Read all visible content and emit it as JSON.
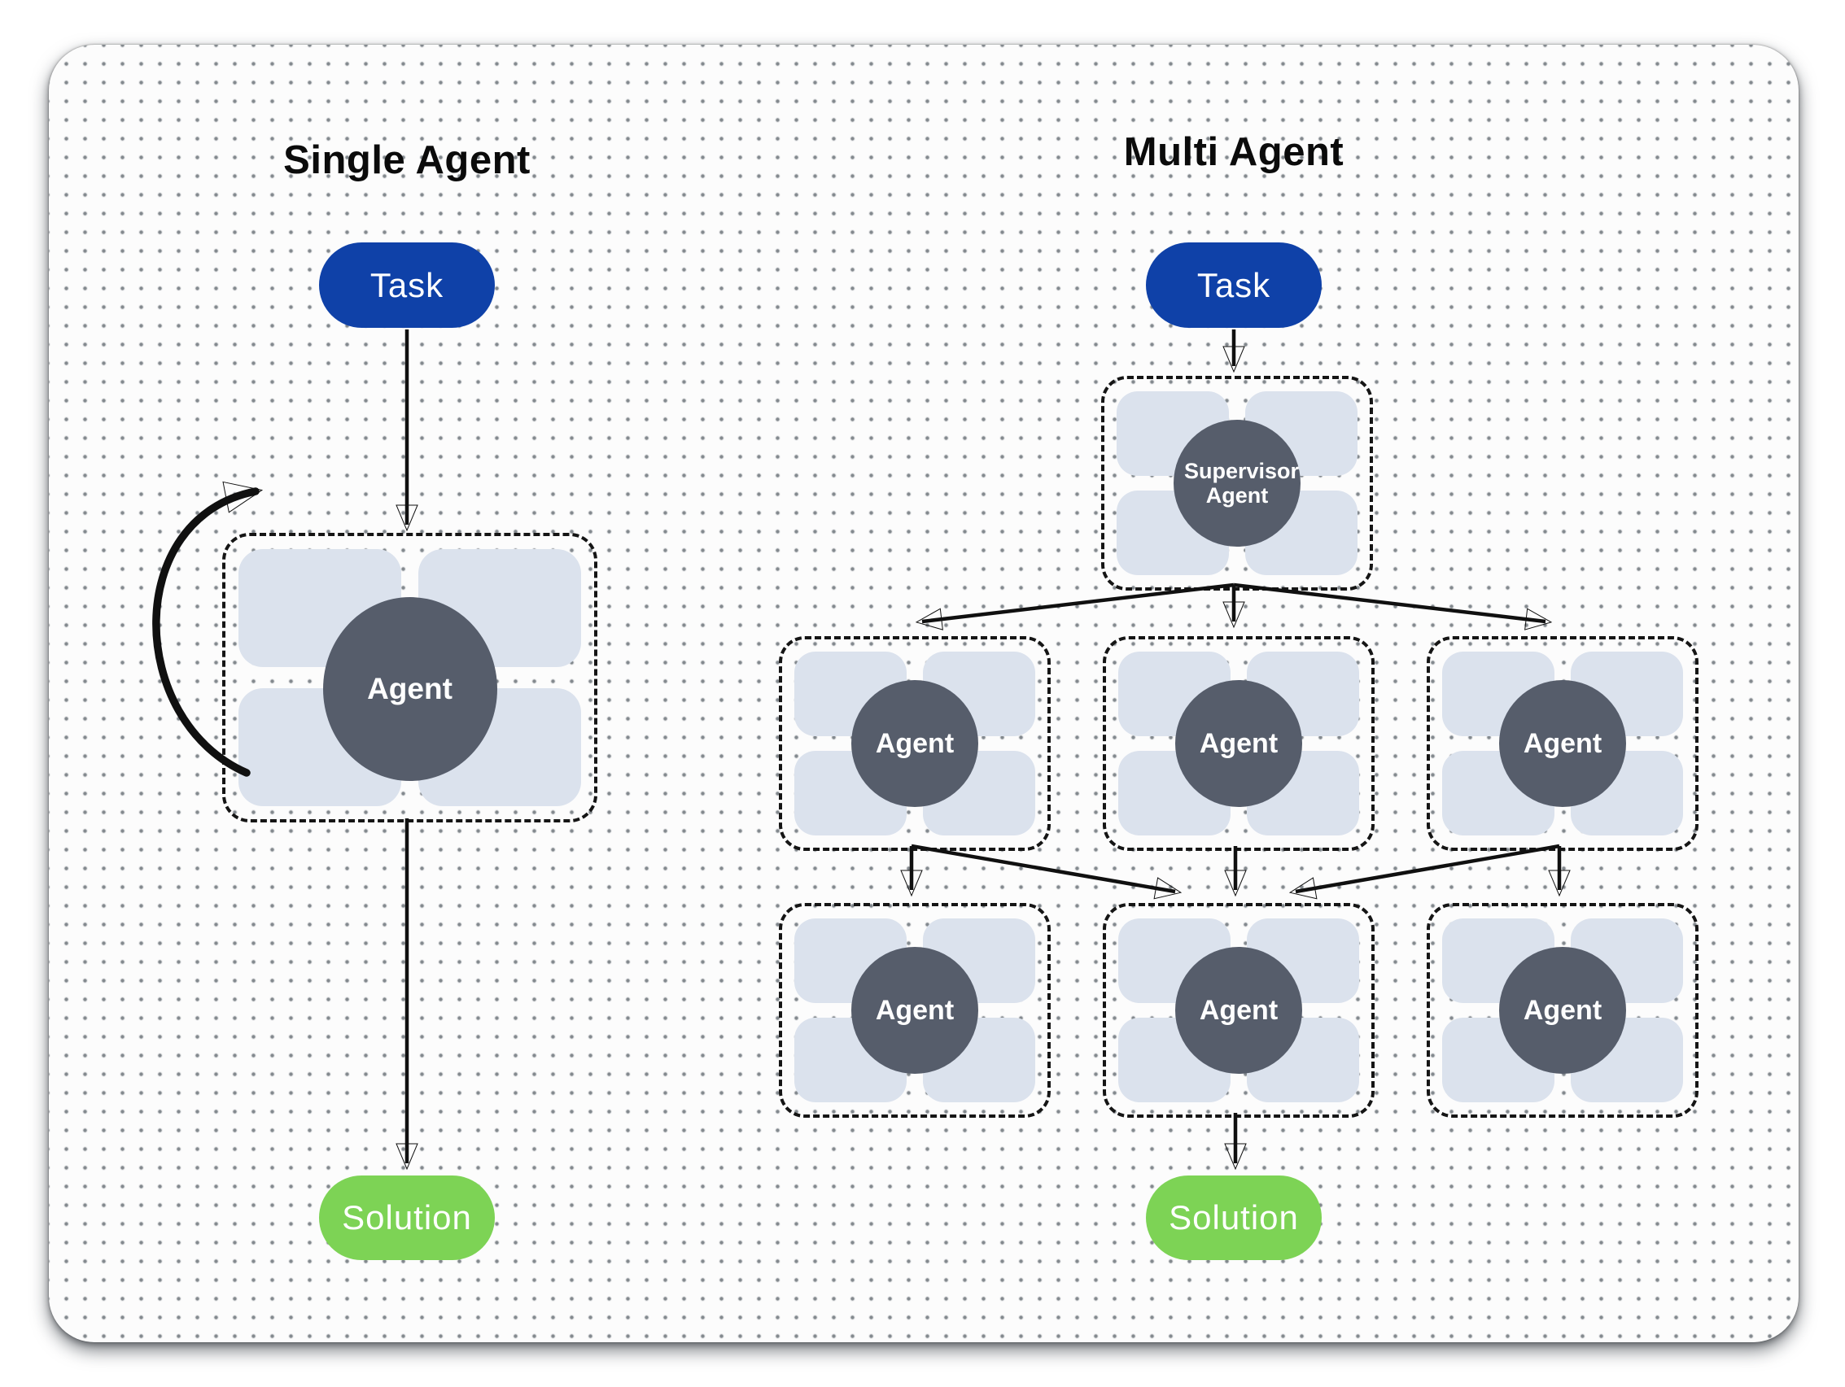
{
  "left_column": {
    "title": "Single Agent",
    "task_label": "Task",
    "agent_label": "Agent",
    "solution_label": "Solution"
  },
  "right_column": {
    "title": "Multi Agent",
    "task_label": "Task",
    "supervisor_label": "Supervisor Agent",
    "workers_row1": [
      "Agent",
      "Agent",
      "Agent"
    ],
    "workers_row2": [
      "Agent",
      "Agent",
      "Agent"
    ],
    "solution_label": "Solution"
  },
  "colors": {
    "accent_blue": "#0f41a8",
    "accent_green": "#7dd355",
    "slate": "#565d6b",
    "quad_fill": "#dbe2ed"
  }
}
